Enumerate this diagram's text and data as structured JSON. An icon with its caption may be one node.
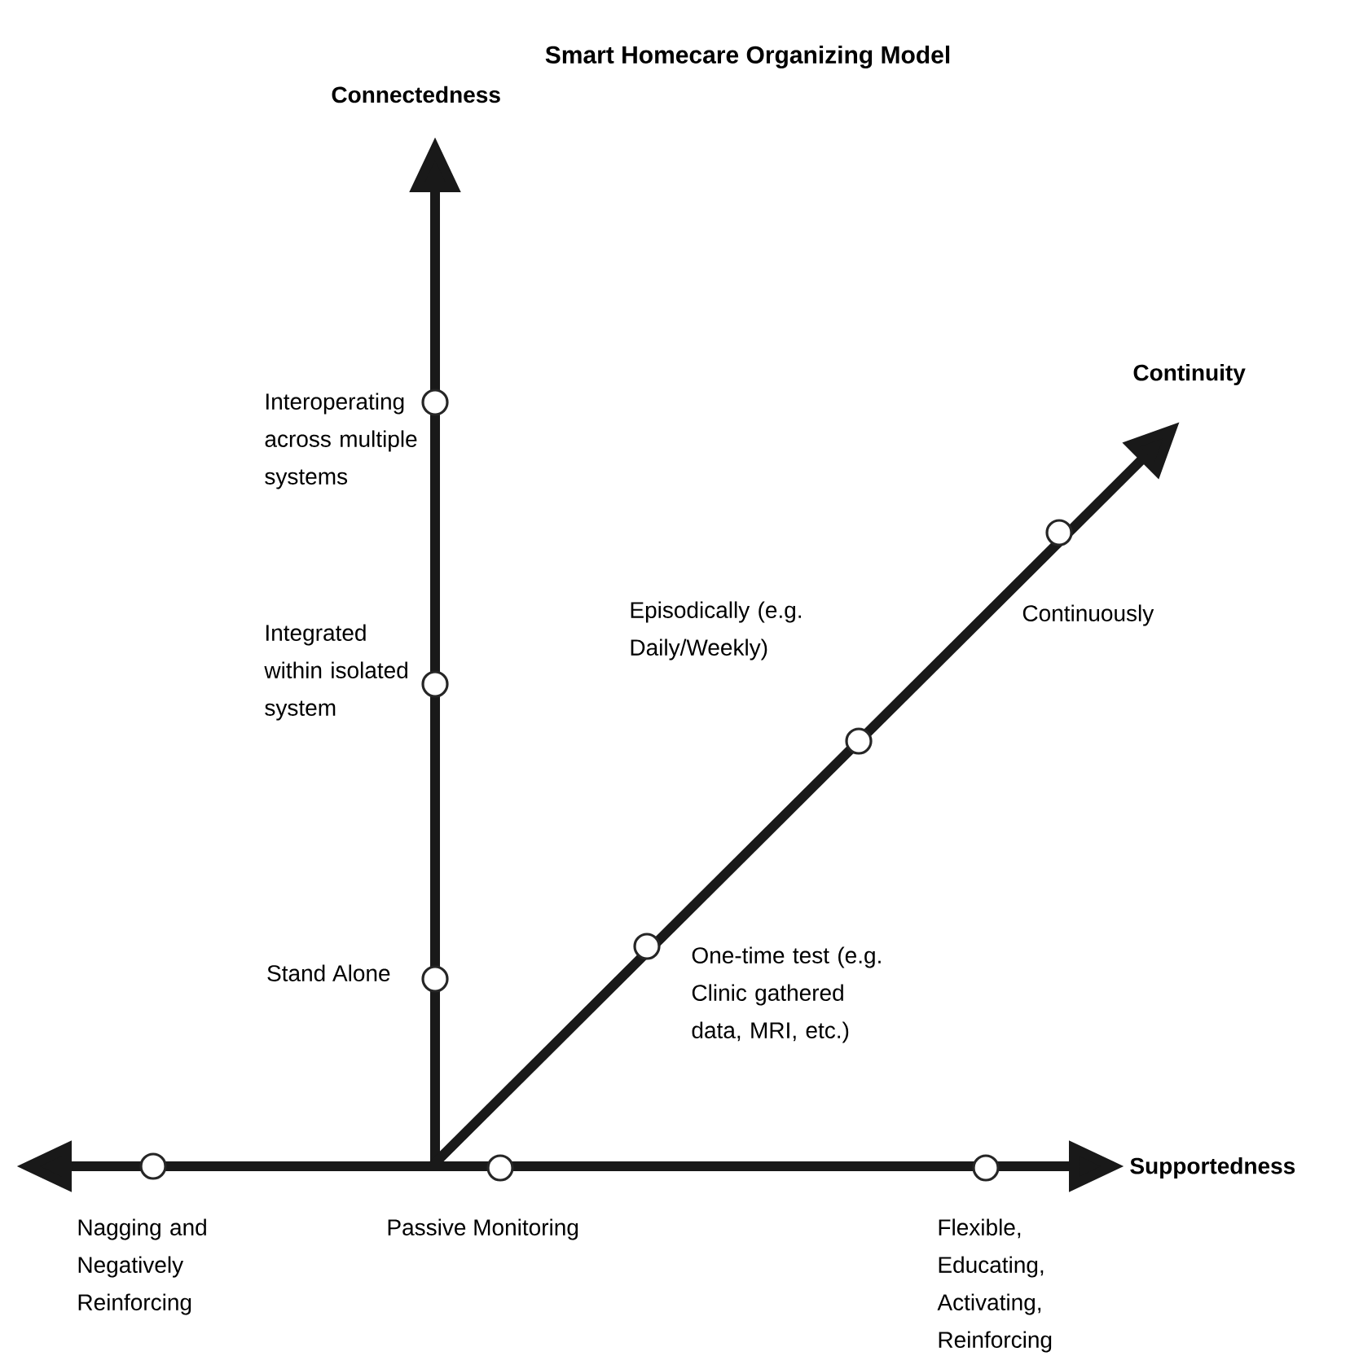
{
  "diagram": {
    "title": "Smart Homecare Organizing Model",
    "nodes": [
      {
        "text": [],
        "shape": "circle",
        "beside": [
          "Interoperating across multiple systems"
        ]
      },
      {
        "text": [],
        "shape": "circle",
        "beside": [
          "Continuously"
        ]
      },
      {
        "text": [],
        "shape": "circle",
        "beside": [
          "Integrated within isolated system"
        ]
      },
      {
        "text": [],
        "shape": "circle",
        "beside": [
          "Episodically (e.g. Daily/Weekly)"
        ]
      },
      {
        "text": [],
        "shape": "circle",
        "beside": [
          "One-time test (e.g. Clinic gathered data, MRI, etc.)"
        ]
      },
      {
        "text": [],
        "shape": "circle",
        "beside": [
          "Stand Alone"
        ]
      },
      {
        "text": [],
        "shape": "circle",
        "beside": [
          "Nagging and Negatively Reinforcing"
        ]
      },
      {
        "text": [],
        "shape": "circle",
        "beside": [
          "Passive Monitoring"
        ]
      },
      {
        "text": [],
        "shape": "circle",
        "beside": [
          "Flexible, Educating, Activating, Reinforcing"
        ]
      }
    ],
    "labels": [
      "Connectedness",
      "Continuity",
      "Supportedness"
    ]
  }
}
